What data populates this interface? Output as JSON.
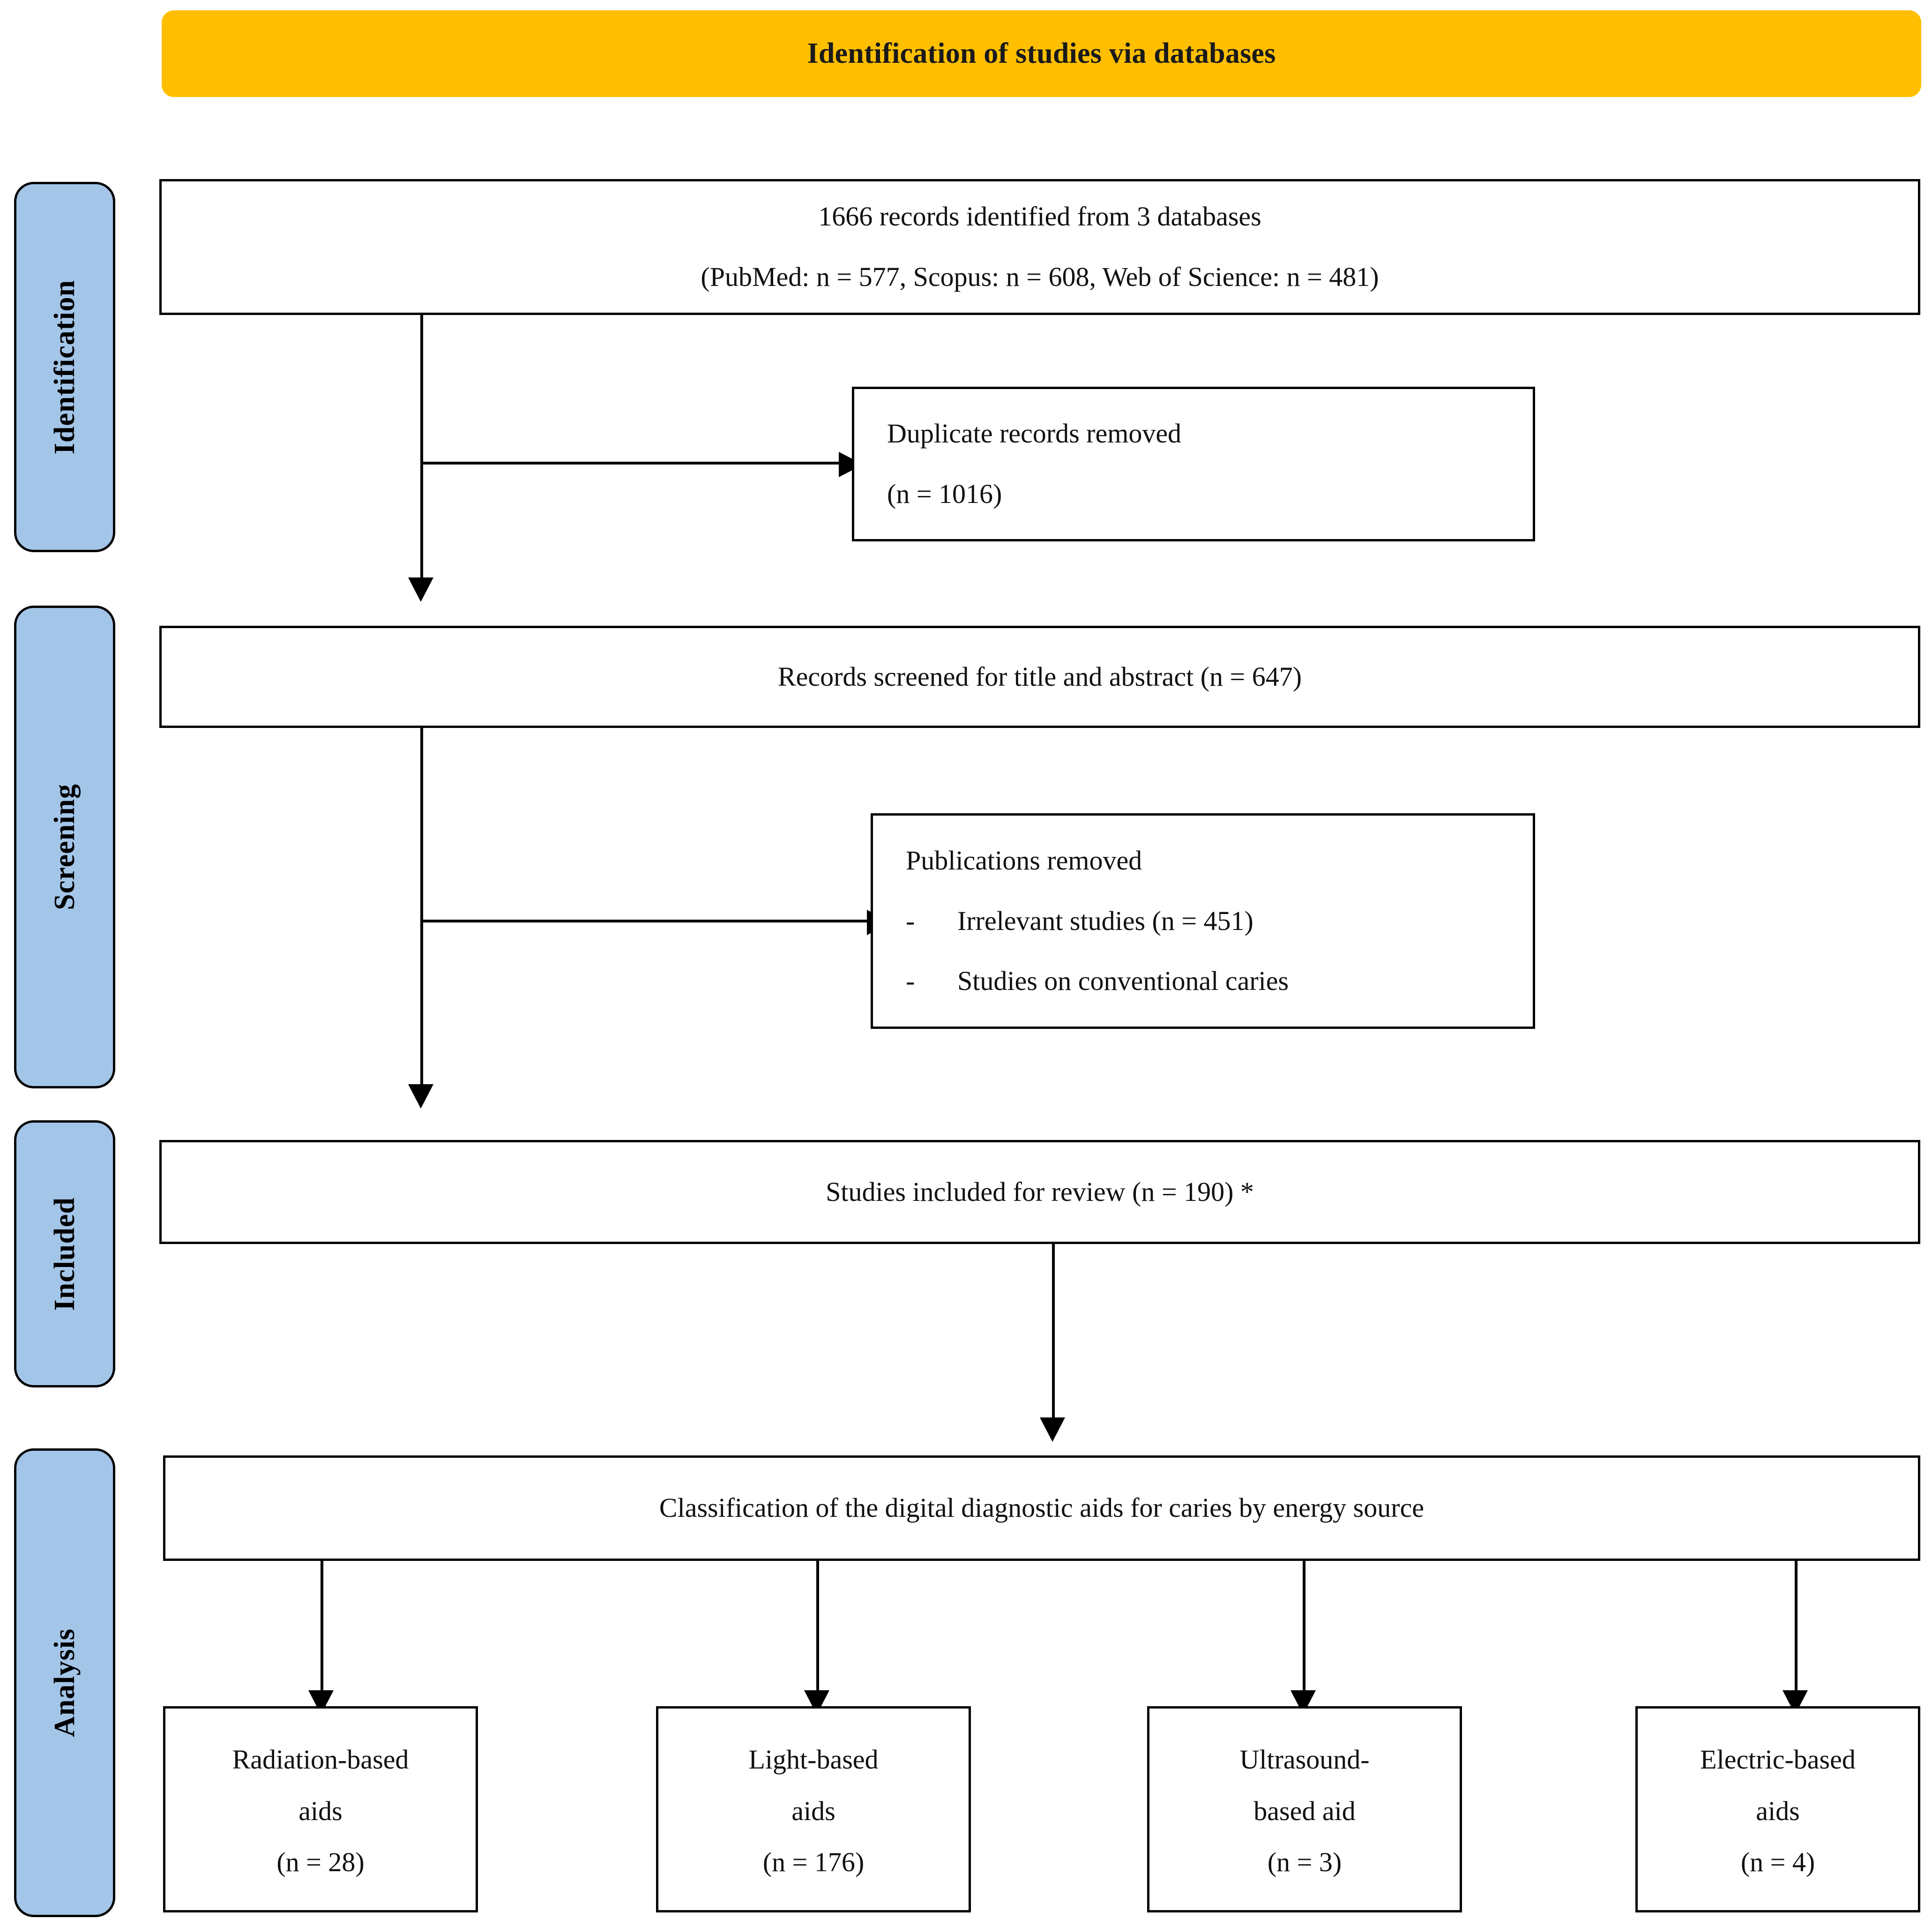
{
  "banner": {
    "title": "Identification of studies via databases",
    "bg_color": "#FFBF00"
  },
  "stages": [
    {
      "label": "Identification"
    },
    {
      "label": "Screening"
    },
    {
      "label": "Included"
    },
    {
      "label": "Analysis"
    }
  ],
  "stage_pill_color": "#A3C5E8",
  "boxes": {
    "identified": {
      "line1": "1666 records identified from 3 databases",
      "line2": "(PubMed: n = 577, Scopus: n = 608, Web of Science: n = 481)"
    },
    "duplicates": {
      "line1": "Duplicate records removed",
      "line2": "(n = 1016)"
    },
    "screened": {
      "line1": "Records screened for title and abstract (n = 647)"
    },
    "publications_removed": {
      "title": "Publications removed",
      "bullet_marker": "-",
      "items": [
        "Irrelevant studies (n = 451)",
        "Studies on conventional caries"
      ]
    },
    "included": {
      "line1": "Studies included for review (n = 190) *"
    },
    "classification": {
      "line1": "Classification of the digital diagnostic aids for caries by energy source"
    }
  },
  "leaves": [
    {
      "line1": "Radiation-based",
      "line2": "aids",
      "line3": "(n = 28)"
    },
    {
      "line1": "Light-based",
      "line2": "aids",
      "line3": "(n = 176)"
    },
    {
      "line1": "Ultrasound-",
      "line2": "based aid",
      "line3": "(n = 3)"
    },
    {
      "line1": "Electric-based",
      "line2": "aids",
      "line3": "(n = 4)"
    }
  ]
}
